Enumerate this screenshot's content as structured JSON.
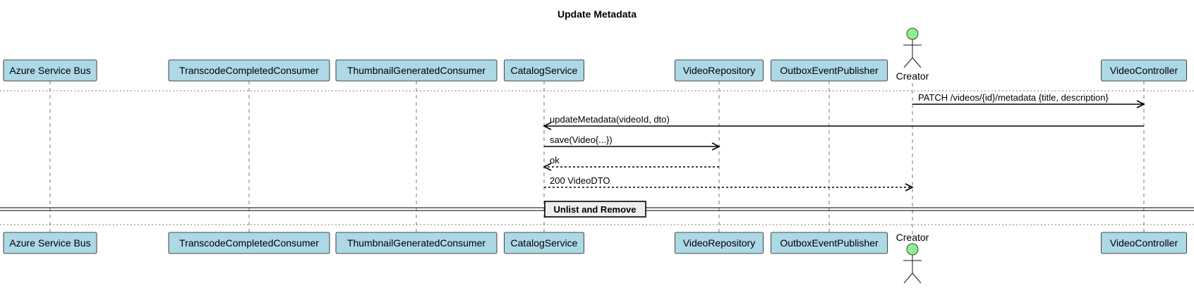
{
  "diagram": {
    "title": "Update Metadata",
    "participants": [
      {
        "id": "asb",
        "label": "Azure Service Bus",
        "kind": "participant"
      },
      {
        "id": "tcc",
        "label": "TranscodeCompletedConsumer",
        "kind": "participant"
      },
      {
        "id": "tgc",
        "label": "ThumbnailGeneratedConsumer",
        "kind": "participant"
      },
      {
        "id": "cat",
        "label": "CatalogService",
        "kind": "participant"
      },
      {
        "id": "repo",
        "label": "VideoRepository",
        "kind": "participant"
      },
      {
        "id": "outbox",
        "label": "OutboxEventPublisher",
        "kind": "participant"
      },
      {
        "id": "creator",
        "label": "Creator",
        "kind": "actor"
      },
      {
        "id": "vc",
        "label": "VideoController",
        "kind": "participant"
      }
    ],
    "messages": [
      {
        "from": "creator",
        "to": "vc",
        "label": "PATCH /videos/{id}/metadata {title, description}",
        "style": "solid"
      },
      {
        "from": "vc",
        "to": "cat",
        "label": "updateMetadata(videoId, dto)",
        "style": "solid"
      },
      {
        "from": "cat",
        "to": "repo",
        "label": "save(Video{...})",
        "style": "solid"
      },
      {
        "from": "repo",
        "to": "cat",
        "label": "ok",
        "style": "dashed"
      },
      {
        "from": "cat",
        "to": "creator",
        "label": "200 VideoDTO",
        "style": "dashed"
      }
    ],
    "divider": {
      "label": "Unlist and Remove"
    },
    "colors": {
      "participant_fill": "#add8e6",
      "actor_fill": "#90ee90",
      "border": "#181818",
      "divider_fill": "#eeeeee"
    }
  }
}
